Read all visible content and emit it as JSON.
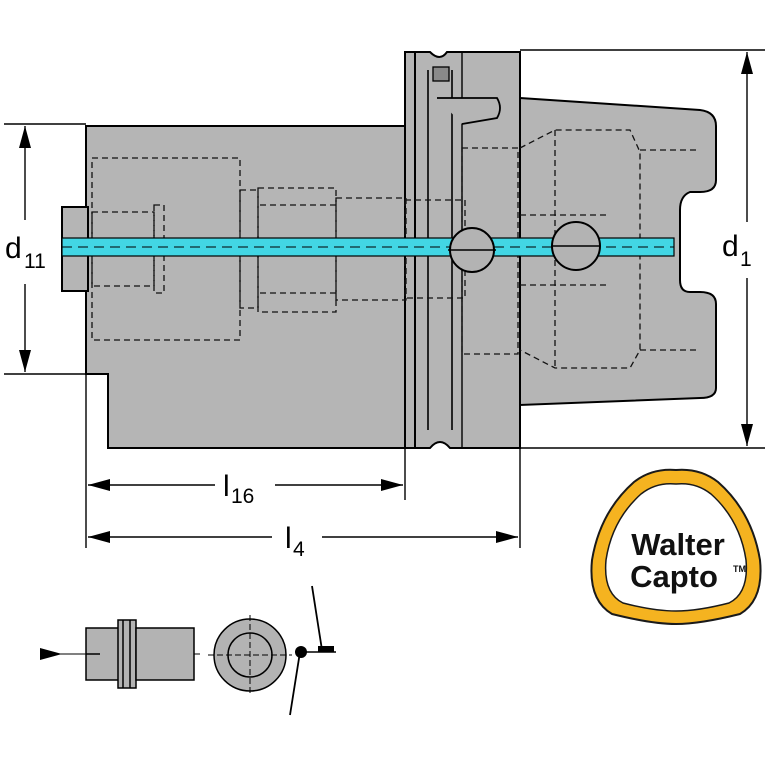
{
  "dimensions": {
    "d11": {
      "main": "d",
      "sub": "11"
    },
    "d1": {
      "main": "d",
      "sub": "1"
    },
    "l16": {
      "main": "l",
      "sub": "16"
    },
    "l4": {
      "main": "l",
      "sub": "4"
    }
  },
  "logo": {
    "line1": "Walter",
    "line2": "Capto",
    "tm": "TM"
  },
  "colors": {
    "body": "#b5b5b5",
    "body_dark": "#9a9a9a",
    "coolant": "#42d6e4",
    "logo_ring": "#f5b320",
    "logo_inner": "#ffffff",
    "line": "#000000"
  }
}
